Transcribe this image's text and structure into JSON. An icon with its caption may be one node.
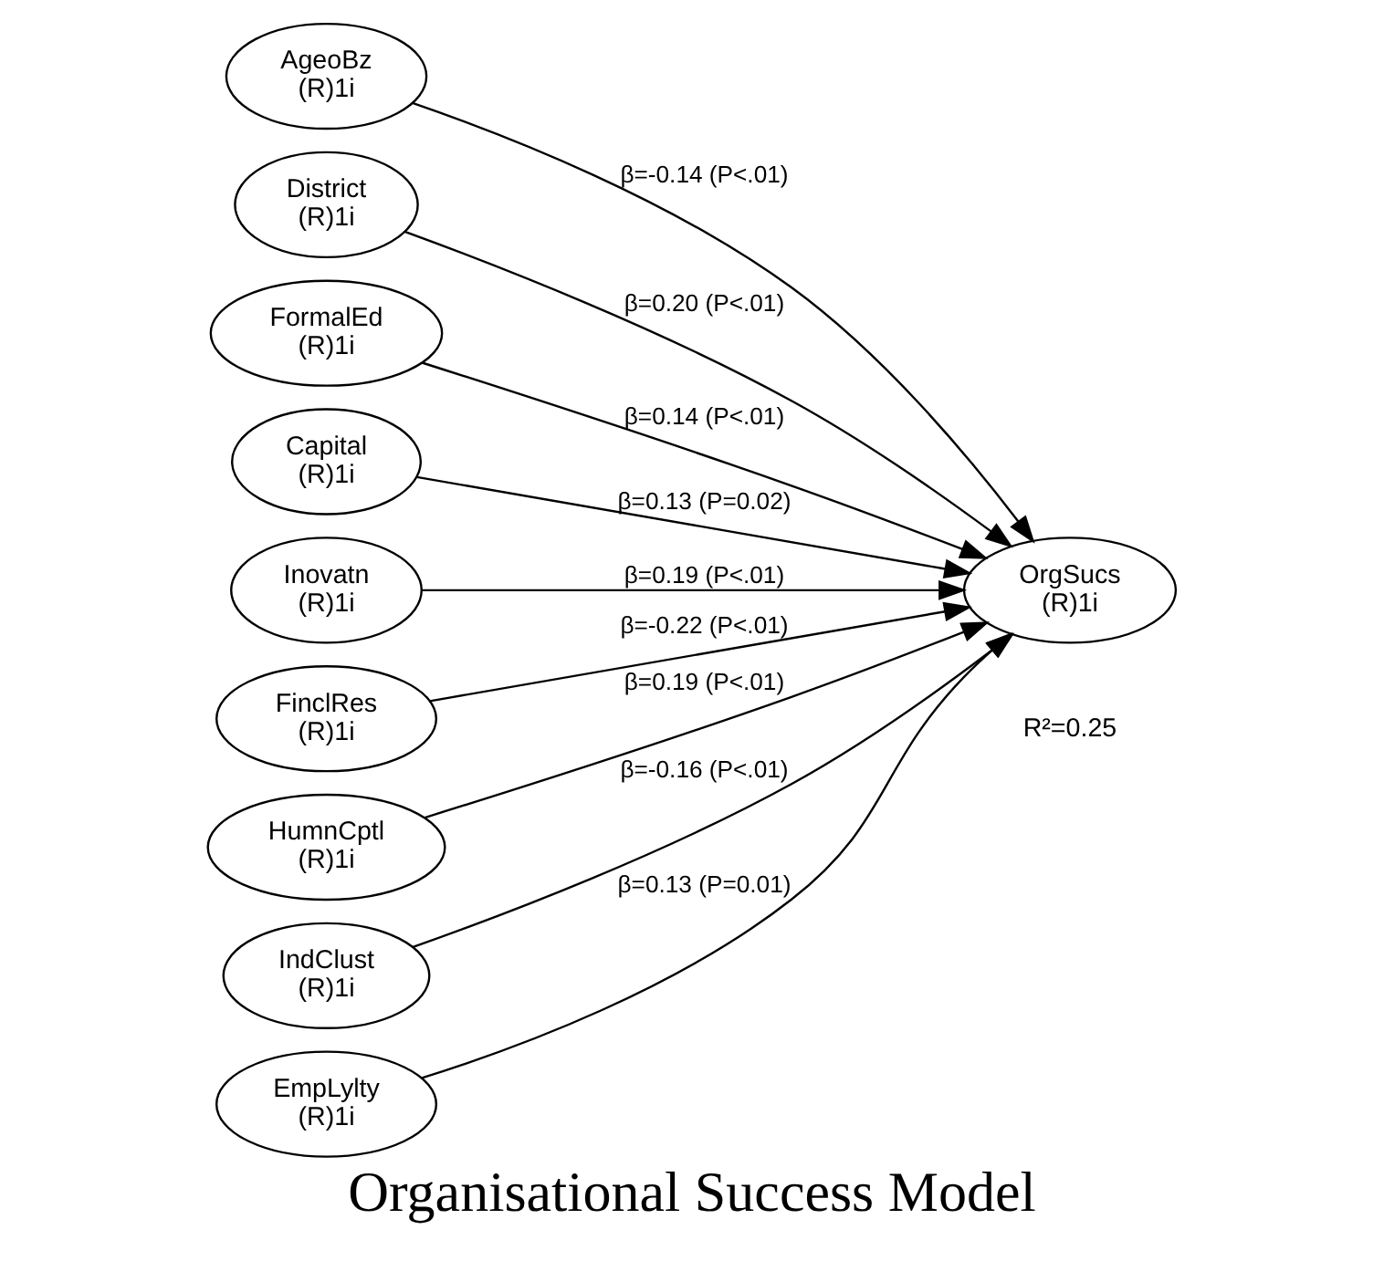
{
  "diagram": {
    "title": "Organisational Success Model",
    "nodes": [
      {
        "text": [
          "AgeoBz",
          "(R)1i"
        ]
      },
      {
        "text": [
          "District",
          "(R)1i"
        ]
      },
      {
        "text": [
          "FormalEd",
          "(R)1i"
        ]
      },
      {
        "text": [
          "Capital",
          "(R)1i"
        ]
      },
      {
        "text": [
          "Inovatn",
          "(R)1i"
        ]
      },
      {
        "text": [
          "FinclRes",
          "(R)1i"
        ]
      },
      {
        "text": [
          "HumnCptl",
          "(R)1i"
        ]
      },
      {
        "text": [
          "IndClust",
          "(R)1i"
        ]
      },
      {
        "text": [
          "EmpLylty",
          "(R)1i"
        ]
      },
      {
        "text": [
          "OrgSucs",
          "(R)1i"
        ],
        "beside": [
          "R²=0.25"
        ]
      }
    ],
    "edges": [
      {
        "from": 0,
        "to": 9,
        "arrow": "to",
        "label": "β=-0.14 (P<.01)"
      },
      {
        "from": 1,
        "to": 9,
        "arrow": "to",
        "label": "β=0.20 (P<.01)"
      },
      {
        "from": 2,
        "to": 9,
        "arrow": "to",
        "label": "β=0.14 (P<.01)"
      },
      {
        "from": 3,
        "to": 9,
        "arrow": "to",
        "label": "β=0.13 (P=0.02)"
      },
      {
        "from": 4,
        "to": 9,
        "arrow": "to",
        "label": "β=0.19 (P<.01)"
      },
      {
        "from": 5,
        "to": 9,
        "arrow": "to",
        "label": "β=-0.22 (P<.01)"
      },
      {
        "from": 6,
        "to": 9,
        "arrow": "to",
        "label": "β=0.19 (P<.01)"
      },
      {
        "from": 7,
        "to": 9,
        "arrow": "to",
        "label": "β=-0.16 (P<.01)"
      },
      {
        "from": 8,
        "to": 9,
        "arrow": "to",
        "label": "β=0.13 (P=0.01)"
      }
    ]
  }
}
